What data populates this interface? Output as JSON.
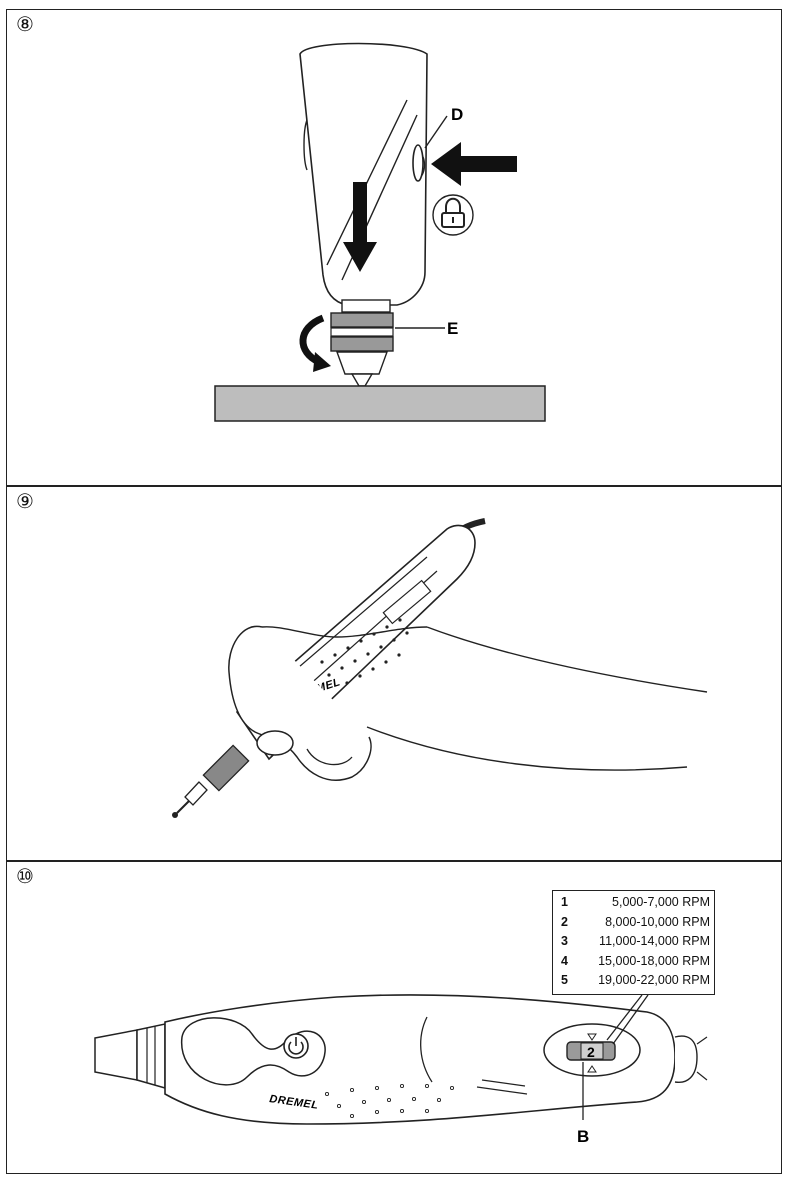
{
  "panels": {
    "p8": {
      "number": "⑧",
      "callout_d": "D",
      "callout_e": "E",
      "lock_icon": "padlock-icon"
    },
    "p9": {
      "number": "⑨",
      "brand": "DREMEL"
    },
    "p10": {
      "number": "⑩",
      "callout_b": "B",
      "brand": "DREMEL",
      "dial_value": "2",
      "speed_table": [
        {
          "level": "1",
          "rpm": "5,000-7,000 RPM"
        },
        {
          "level": "2",
          "rpm": "8,000-10,000 RPM"
        },
        {
          "level": "3",
          "rpm": "11,000-14,000 RPM"
        },
        {
          "level": "4",
          "rpm": "15,000-18,000 RPM"
        },
        {
          "level": "5",
          "rpm": "19,000-22,000 RPM"
        }
      ]
    }
  }
}
